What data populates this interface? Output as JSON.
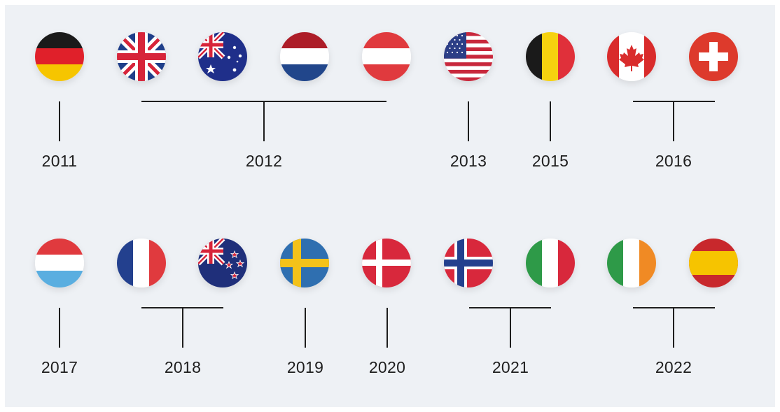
{
  "timeline": {
    "rows": [
      {
        "flags": [
          {
            "country": "Germany",
            "icon": "germany-flag-icon"
          },
          {
            "country": "United Kingdom",
            "icon": "uk-flag-icon"
          },
          {
            "country": "Australia",
            "icon": "australia-flag-icon"
          },
          {
            "country": "Netherlands",
            "icon": "netherlands-flag-icon"
          },
          {
            "country": "Austria",
            "icon": "austria-flag-icon"
          },
          {
            "country": "United States",
            "icon": "usa-flag-icon"
          },
          {
            "country": "Belgium",
            "icon": "belgium-flag-icon"
          },
          {
            "country": "Canada",
            "icon": "canada-flag-icon"
          },
          {
            "country": "Switzerland",
            "icon": "switzerland-flag-icon"
          }
        ],
        "years": [
          "2011",
          "2012",
          "2013",
          "2015",
          "2016"
        ]
      },
      {
        "flags": [
          {
            "country": "Luxembourg",
            "icon": "luxembourg-flag-icon"
          },
          {
            "country": "France",
            "icon": "france-flag-icon"
          },
          {
            "country": "New Zealand",
            "icon": "new-zealand-flag-icon"
          },
          {
            "country": "Sweden",
            "icon": "sweden-flag-icon"
          },
          {
            "country": "Denmark",
            "icon": "denmark-flag-icon"
          },
          {
            "country": "Norway",
            "icon": "norway-flag-icon"
          },
          {
            "country": "Italy",
            "icon": "italy-flag-icon"
          },
          {
            "country": "Ireland",
            "icon": "ireland-flag-icon"
          },
          {
            "country": "Spain",
            "icon": "spain-flag-icon"
          }
        ],
        "years": [
          "2017",
          "2018",
          "2019",
          "2020",
          "2021",
          "2022"
        ]
      }
    ]
  },
  "colors": {
    "background": "#eef1f5",
    "line": "#1e1e1e",
    "text": "#1e1e1e"
  }
}
